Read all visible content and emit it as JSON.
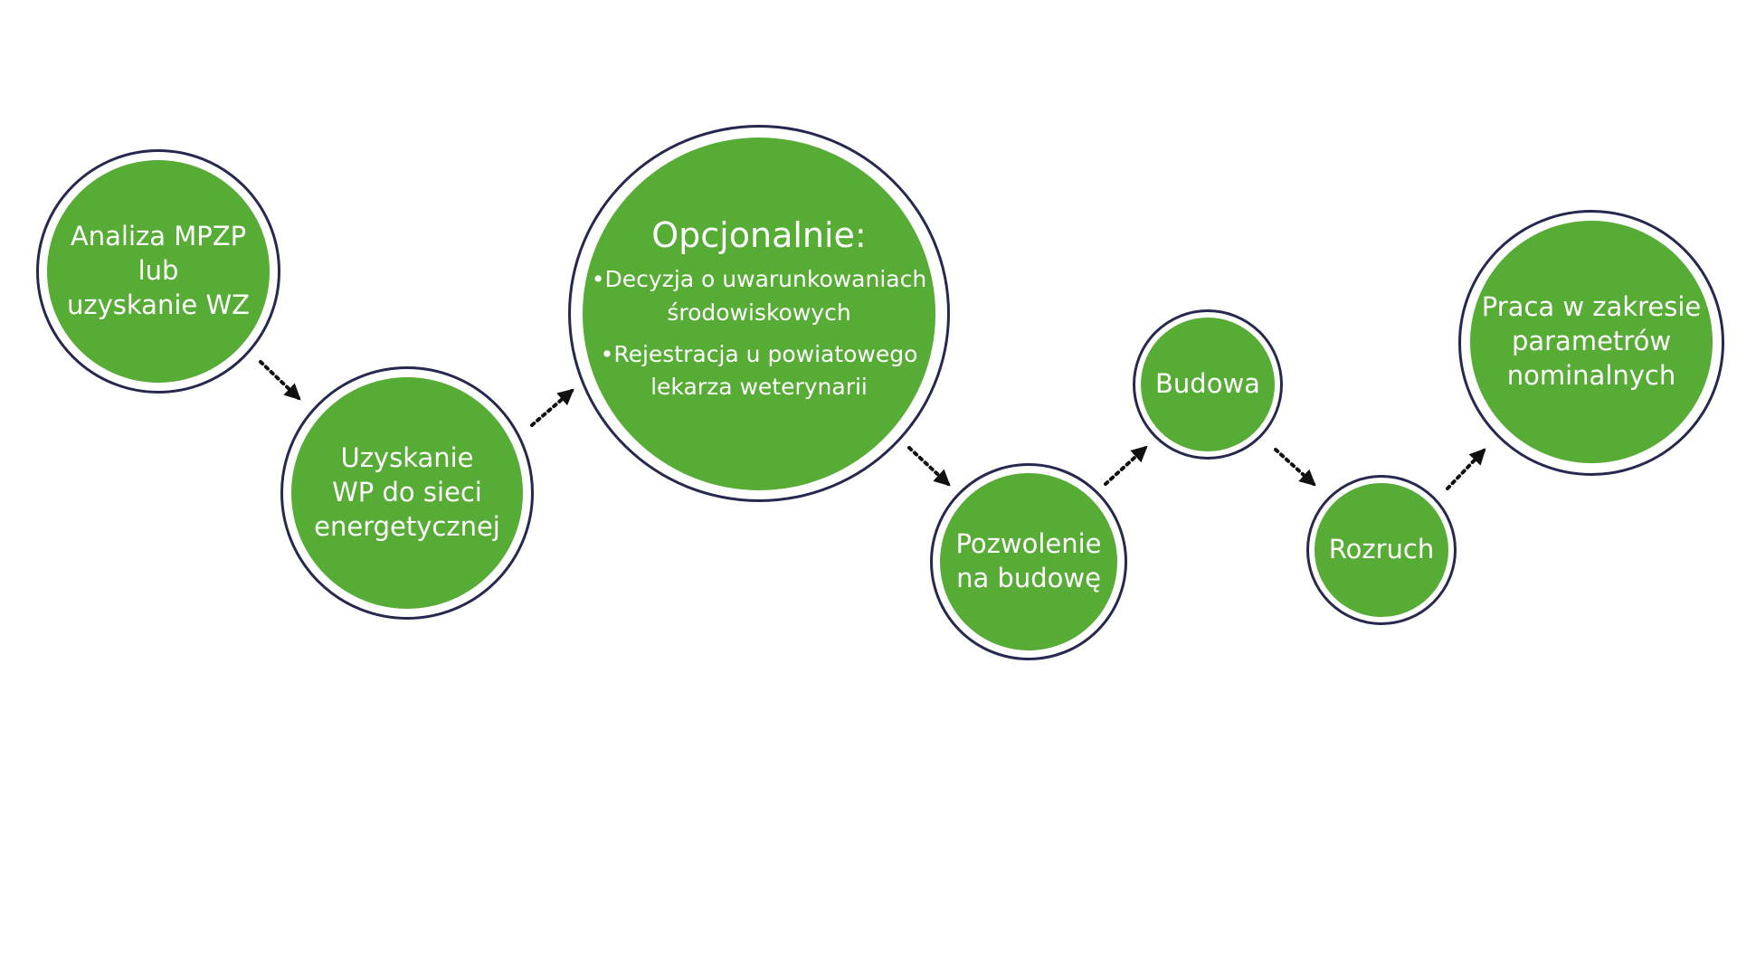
{
  "colors": {
    "node_fill": "#56ac35",
    "node_ring": "#262850",
    "text": "#ffffff",
    "arrow": "#111111",
    "background": "#ffffff"
  },
  "steps": [
    {
      "id": "analiza",
      "label": "Analiza MPZP\nlub\nuzyskanie WZ"
    },
    {
      "id": "uzyskanie-wp",
      "label": "Uzyskanie\nWP do sieci\nenergetycznej"
    },
    {
      "id": "opcjonalnie",
      "heading": "Opcjonalnie:",
      "items": [
        "•Decyzja o uwarunkowaniach\nśrodowiskowych",
        "•Rejestracja u powiatowego\nlekarza weterynarii"
      ]
    },
    {
      "id": "pozwolenie",
      "label": "Pozwolenie\nna budowę"
    },
    {
      "id": "budowa",
      "label": "Budowa"
    },
    {
      "id": "rozruch",
      "label": "Rozruch"
    },
    {
      "id": "praca",
      "label": "Praca w zakresie\nparametrów\nnominalnych"
    }
  ],
  "connectors": [
    {
      "from": "analiza",
      "to": "uzyskanie-wp",
      "style": "dotted-arrow"
    },
    {
      "from": "uzyskanie-wp",
      "to": "opcjonalnie",
      "style": "dotted-arrow"
    },
    {
      "from": "opcjonalnie",
      "to": "pozwolenie",
      "style": "dotted-arrow"
    },
    {
      "from": "pozwolenie",
      "to": "budowa",
      "style": "dotted-arrow"
    },
    {
      "from": "budowa",
      "to": "rozruch",
      "style": "dotted-arrow"
    },
    {
      "from": "rozruch",
      "to": "praca",
      "style": "dotted-arrow"
    }
  ]
}
